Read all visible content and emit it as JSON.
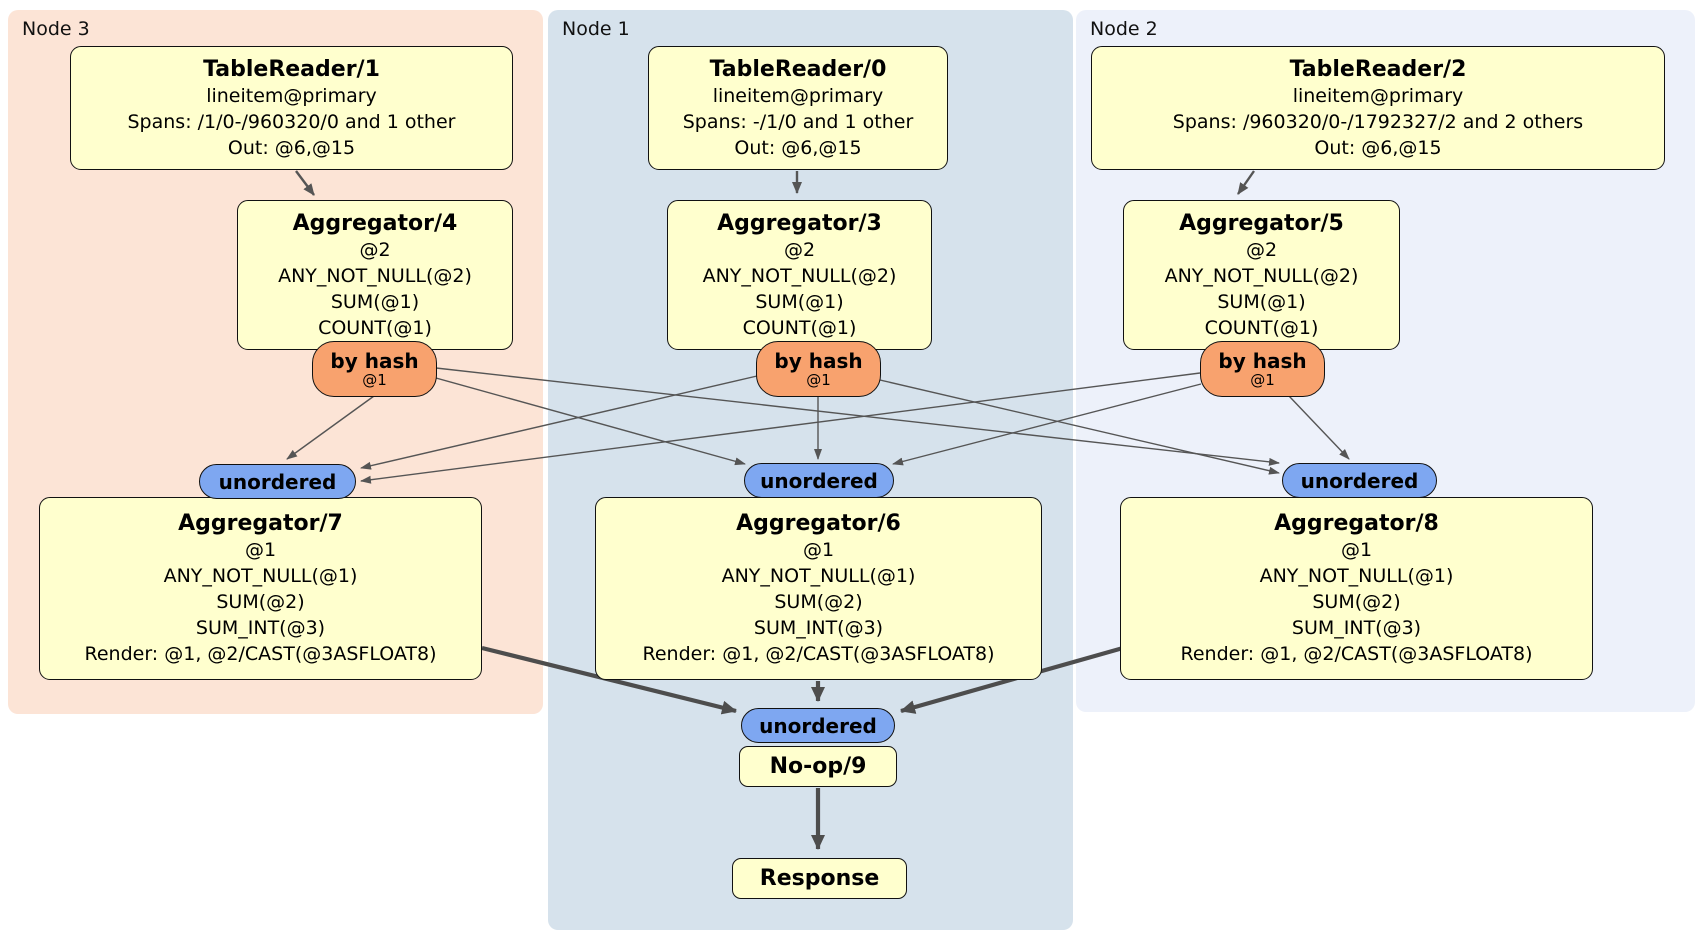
{
  "panels": {
    "node3": {
      "label": "Node 3"
    },
    "node1": {
      "label": "Node 1"
    },
    "node2": {
      "label": "Node 2"
    }
  },
  "nodes": {
    "tablereader1": {
      "title": "TableReader/1",
      "table": "lineitem@primary",
      "spans": "Spans: /1/0-/960320/0 and 1 other",
      "out": "Out: @6,@15"
    },
    "tablereader0": {
      "title": "TableReader/0",
      "table": "lineitem@primary",
      "spans": "Spans: -/1/0 and 1 other",
      "out": "Out: @6,@15"
    },
    "tablereader2": {
      "title": "TableReader/2",
      "table": "lineitem@primary",
      "spans": "Spans: /960320/0-/1792327/2 and 2 others",
      "out": "Out: @6,@15"
    },
    "aggregator4": {
      "title": "Aggregator/4",
      "group": "@2",
      "fn1": "ANY_NOT_NULL(@2)",
      "fn2": "SUM(@1)",
      "fn3": "COUNT(@1)"
    },
    "aggregator3": {
      "title": "Aggregator/3",
      "group": "@2",
      "fn1": "ANY_NOT_NULL(@2)",
      "fn2": "SUM(@1)",
      "fn3": "COUNT(@1)"
    },
    "aggregator5": {
      "title": "Aggregator/5",
      "group": "@2",
      "fn1": "ANY_NOT_NULL(@2)",
      "fn2": "SUM(@1)",
      "fn3": "COUNT(@1)"
    },
    "aggregator7": {
      "title": "Aggregator/7",
      "group": "@1",
      "fn1": "ANY_NOT_NULL(@1)",
      "fn2": "SUM(@2)",
      "fn3": "SUM_INT(@3)",
      "render": "Render: @1, @2/CAST(@3ASFLOAT8)"
    },
    "aggregator6": {
      "title": "Aggregator/6",
      "group": "@1",
      "fn1": "ANY_NOT_NULL(@1)",
      "fn2": "SUM(@2)",
      "fn3": "SUM_INT(@3)",
      "render": "Render: @1, @2/CAST(@3ASFLOAT8)"
    },
    "aggregator8": {
      "title": "Aggregator/8",
      "group": "@1",
      "fn1": "ANY_NOT_NULL(@1)",
      "fn2": "SUM(@2)",
      "fn3": "SUM_INT(@3)",
      "render": "Render: @1, @2/CAST(@3ASFLOAT8)"
    },
    "noop": {
      "title": "No-op/9"
    },
    "response": {
      "title": "Response"
    }
  },
  "router": {
    "label": "by hash",
    "key": "@1"
  },
  "stream": {
    "label": "unordered"
  },
  "colors": {
    "node3_bg": "#fce4d6",
    "node1_bg": "#d6e2ec",
    "node2_bg": "#edf1fa",
    "box_bg": "#ffffce",
    "router_bg": "#f8a26e",
    "stream_bg": "#7ea7f1",
    "edge": "#555555"
  }
}
